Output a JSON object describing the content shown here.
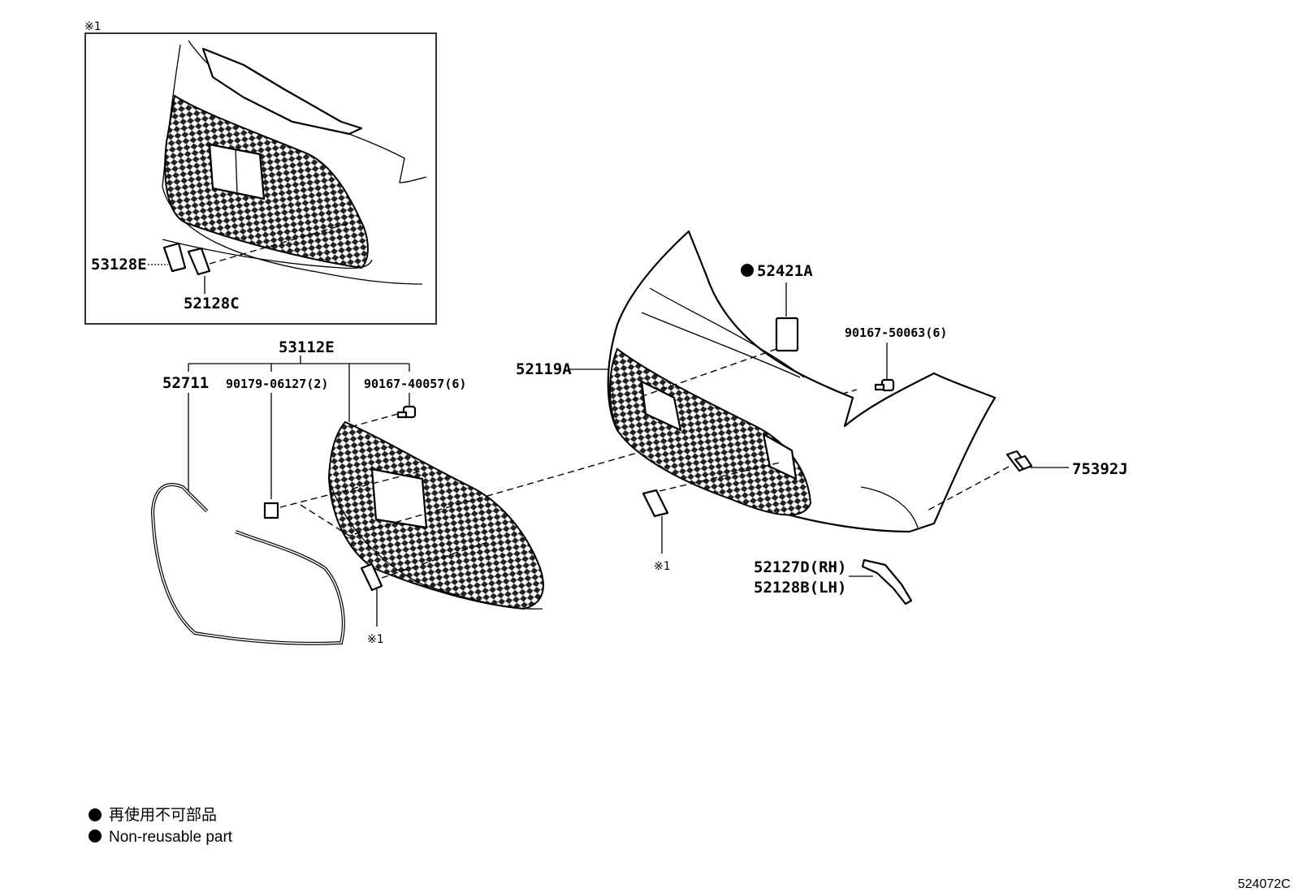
{
  "inset": {
    "note_mark": "※1"
  },
  "labels": {
    "p53128E": "53128E",
    "p52128C": "52128C",
    "p53112E": "53112E",
    "p52711": "52711",
    "p90179": "90179-06127(2)",
    "p90167_40057": "90167-40057(6)",
    "p52119A": "52119A",
    "p52421A": "52421A",
    "p90167_50063": "90167-50063(6)",
    "p75392J": "75392J",
    "p52127D": "52127D(RH)",
    "p52128B": "52128B(LH)"
  },
  "notes": {
    "grille_ref": "※1",
    "bumper_ref": "※1"
  },
  "legend": {
    "jp": "再使用不可部品",
    "en": "Non-reusable part"
  },
  "diagram_code": "524072C"
}
